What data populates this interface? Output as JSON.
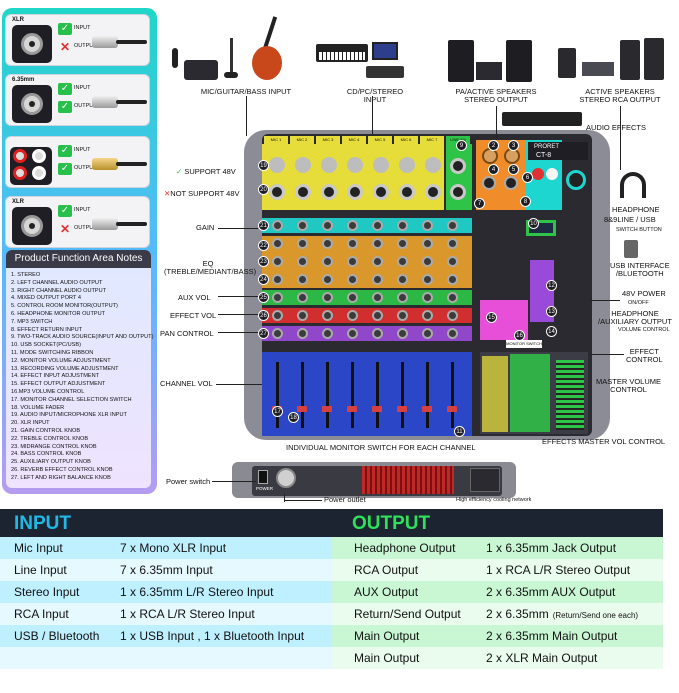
{
  "left_panel": {
    "connectors": [
      {
        "type": "XLR",
        "input": "INPUT",
        "output": "OUTPUT"
      },
      {
        "type": "6.35mm",
        "input": "INPUT",
        "output": "OUTPUT"
      },
      {
        "type": "RCA",
        "input": "INPUT",
        "output": "OUTPUT"
      },
      {
        "type": "XLR",
        "input": "INPUT",
        "output": "OUTPUT"
      }
    ],
    "notes_title": "Product Function Area Notes",
    "notes": [
      "1. STEREO",
      "2. LEFT CHANNEL AUDIO OUTPUT",
      "3. RIGHT CHANNEL AUDIO OUTPUT",
      "4. MIXED OUTPUT PORT 4",
      "5. CONTROL ROOM MONITOR(OUTPUT)",
      "6. HEADPHONE MONITOR OUTPUT",
      "7. MP3 SWITCH",
      "8. EFFECT RETURN INPUT",
      "9. TWO-TRACK AUDIO SOURCE(INPUT AND OUTPUT)",
      "10. USB SOCKET(PC/USB)",
      "11. MODE SWITCHING RIBBON",
      "12. MONITOR VOLUME ADJUSTMENT",
      "13. RECORDING VOLUME ADJUSTMENT",
      "14. EFFECT INPUT ADJUSTMENT",
      "15. EFFECT OUTPUT ADJUSTMENT",
      "16.MP3 VOLUME CONTROL",
      "17. MONITOR CHANNEL SELECTION SWITCH",
      "18. VOLUME FADER",
      "19. AUDIO INPUT/MICROPHONE XLR INPUT",
      "20. XLR INPUT",
      "21. GAIN CONTROL KNOB",
      "22. TREBLE CONTROL KNOB",
      "23. MIDRANGE CONTROL KNOB",
      "24. BASS CONTROL KNOB",
      "25. AUXILIARY OUTPUT KNOB",
      "26. REVERB EFFECT CONTROL KNOB",
      "27. LEFT AND RIGHT BALANCE KNOB"
    ]
  },
  "top_labels": {
    "mic": "MIC/GUITAR/BASS INPUT",
    "cd": "CD/PC/STEREO\nINPUT",
    "pa": "PA/ACTIVE SPEAKERS\nSTEREO OUTPUT",
    "active": "ACTIVE SPEAKERS\nSTEREO RCA OUTPUT",
    "audio_effects": "AUDIO EFFECTS"
  },
  "mixer": {
    "channels": [
      "MIC 1",
      "MIC 2",
      "MIC 3",
      "MIC 4",
      "MIC 5",
      "MIC 6",
      "MIC 7",
      "LINE 8/9"
    ],
    "brand": "PRORET",
    "model": "CT-8",
    "monitor_switch": "MONITOR SWITCH"
  },
  "side_labels": {
    "support48": "SUPPORT 48V",
    "not_support48": "NOT SUPPORT 48V",
    "gain": "GAIN",
    "eq": "EQ\n(TREBLE/MEDIANT/BASS)",
    "aux_vol": "AUX VOL",
    "effect_vol": "EFFECT VOL",
    "pan_control": "PAN CONTROL",
    "channel_vol": "CHANNEL VOL",
    "headphone": "HEADPHONE",
    "line_switch": "8&9LINE / USB",
    "switch_button": "SWITCH BUTTON",
    "usb_interface": "USB INTERFACE\n/BLUETOOTH",
    "power48": "48V POWER",
    "on_off": "ON/OFF",
    "headphone_aux": "HEADPHONE\n/AUXILIARY OUTPUT",
    "volume_control": "VOLUME CONTROL",
    "effect_control": "EFFECT\nCONTROL",
    "master_volume": "MASTER VOLUME\nCONTROL",
    "effects_master": "EFFECTS MASTER VOL CONTROL",
    "individual_monitor": "INDIVIDUAL MONITOR SWITCH FOR EACH CHANNEL",
    "power_switch": "Power switch",
    "power_outlet": "Power outlet",
    "cooling": "High efficiency cooling network",
    "power_tag": "POWER"
  },
  "spec": {
    "input_title": "INPUT",
    "output_title": "OUTPUT",
    "inputs": [
      {
        "name": "Mic Input",
        "value": "7 x Mono XLR Input"
      },
      {
        "name": "Line Input",
        "value": "7 x 6.35mm Input"
      },
      {
        "name": "Stereo Input",
        "value": "1 x 6.35mm L/R Stereo Input"
      },
      {
        "name": "RCA Input",
        "value": "1 x RCA L/R Stereo Input"
      },
      {
        "name": "USB / Bluetooth",
        "value": "1 x USB Input , 1 x Bluetooth Input"
      }
    ],
    "outputs": [
      {
        "name": "Headphone Output",
        "value": "1 x 6.35mm Jack Output",
        "note": ""
      },
      {
        "name": "RCA Output",
        "value": "1 x RCA L/R Stereo Output",
        "note": ""
      },
      {
        "name": "AUX Output",
        "value": "2 x 6.35mm AUX Output",
        "note": ""
      },
      {
        "name": "Return/Send Output",
        "value": "2 x 6.35mm",
        "note": "(Return/Send one each)"
      },
      {
        "name": "Main Output",
        "value": "2 x 6.35mm Main Output",
        "note": ""
      },
      {
        "name": "Main Output",
        "value": "2 x XLR Main Output",
        "note": ""
      }
    ],
    "colors": {
      "header_bg": "#1b2430",
      "input_title": "#21b8e6",
      "output_title": "#2ee05a",
      "input_row_a": "#bff0ff",
      "input_row_b": "#e6f9ff",
      "output_row_a": "#c9f7d4",
      "output_row_b": "#eafcee"
    }
  }
}
